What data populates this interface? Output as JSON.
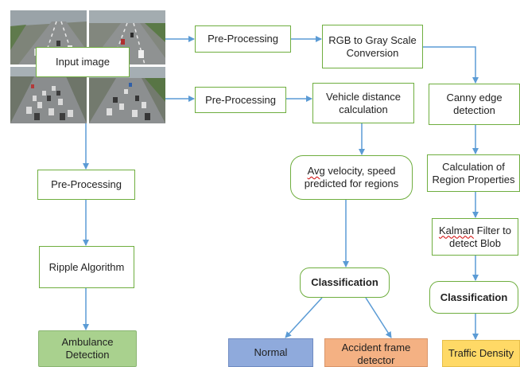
{
  "input": {
    "label": "Input image"
  },
  "nodes": {
    "preprocessing_top": "Pre-Processing",
    "rgb_to_gray": "RGB to Gray Scale Conversion",
    "preprocessing_mid": "Pre-Processing",
    "vehicle_distance": "Vehicle distance calculation",
    "canny_edge": "Canny edge detection",
    "preprocessing_left": "Pre-Processing",
    "avg_velocity_word": "Avg",
    "avg_velocity_rest": " velocity, speed predicted for regions",
    "region_properties": "Calculation of Region Properties",
    "ripple": "Ripple Algorithm",
    "kalman_word": "Kalman",
    "kalman_rest": " Filter to detect Blob",
    "classification_mid": "Classification",
    "classification_right": "Classification",
    "ambulance": "Ambulance Detection",
    "normal": "Normal",
    "accident": "Accident frame detector",
    "traffic_density": "Traffic Density"
  },
  "colors": {
    "border_green": "#6fae3f",
    "arrow_blue": "#5b9bd5",
    "ambulance_fill": "#a9d18e",
    "normal_fill": "#8faadc",
    "accident_fill": "#f4b183",
    "traffic_fill": "#ffd966"
  }
}
